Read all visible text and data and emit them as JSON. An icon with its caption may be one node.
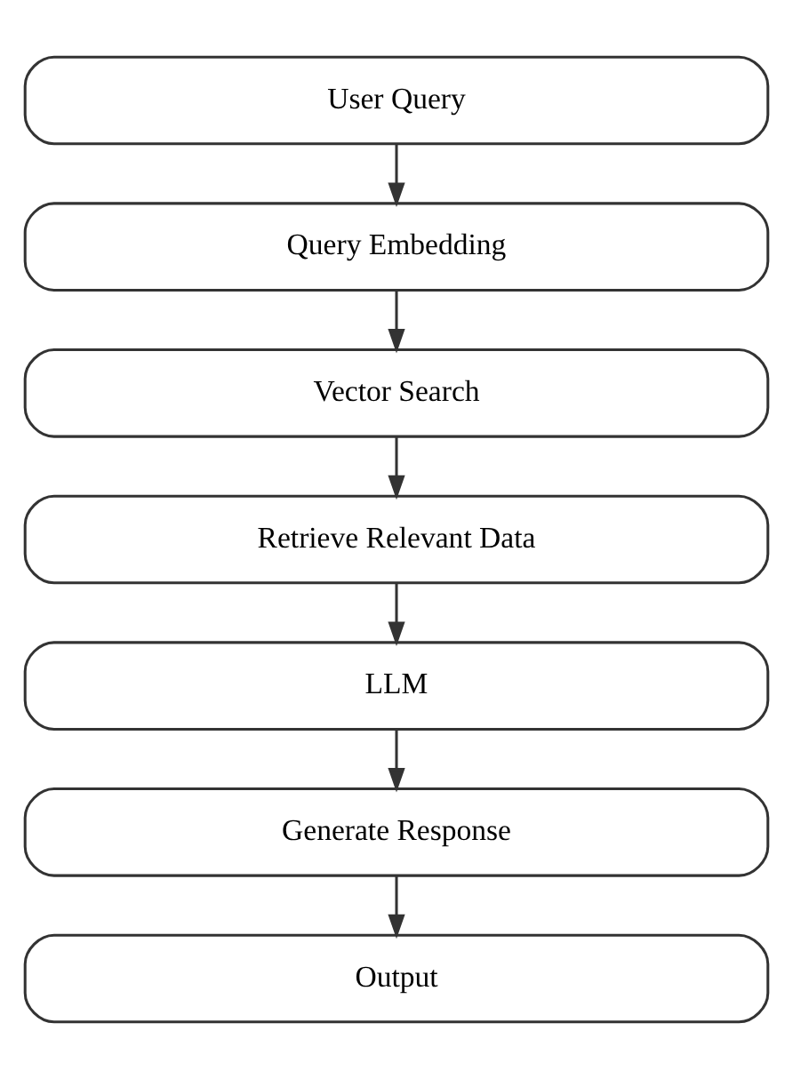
{
  "diagram": {
    "nodes": [
      {
        "text": [
          "User Query"
        ]
      },
      {
        "text": [
          "Query Embedding"
        ]
      },
      {
        "text": [
          "Vector Search"
        ]
      },
      {
        "text": [
          "Retrieve Relevant Data"
        ]
      },
      {
        "text": [
          "LLM"
        ]
      },
      {
        "text": [
          "Generate Response"
        ]
      },
      {
        "text": [
          "Output"
        ]
      }
    ],
    "edges": [
      {
        "from": 0,
        "to": 1,
        "arrow": "to"
      },
      {
        "from": 1,
        "to": 2,
        "arrow": "to"
      },
      {
        "from": 2,
        "to": 3,
        "arrow": "to"
      },
      {
        "from": 3,
        "to": 4,
        "arrow": "to"
      },
      {
        "from": 4,
        "to": 5,
        "arrow": "to"
      },
      {
        "from": 5,
        "to": 6,
        "arrow": "to"
      }
    ]
  }
}
